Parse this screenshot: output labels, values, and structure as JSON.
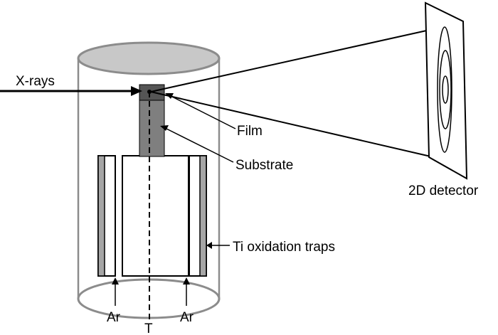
{
  "labels": {
    "xrays": "X-rays",
    "film": "Film",
    "substrate": "Substrate",
    "detector": "2D detector",
    "traps": "Ti oxidation traps",
    "ar_left": "Ar",
    "ar_right": "Ar",
    "temperature": "T"
  },
  "colors": {
    "chamber_top_fill": "#c8c8c8",
    "chamber_outline": "#8c8c8c",
    "substrate_fill": "#7f7f7f",
    "film_fill": "#555555",
    "trap_fill": "#a6a6a6",
    "ink": "#000000"
  }
}
